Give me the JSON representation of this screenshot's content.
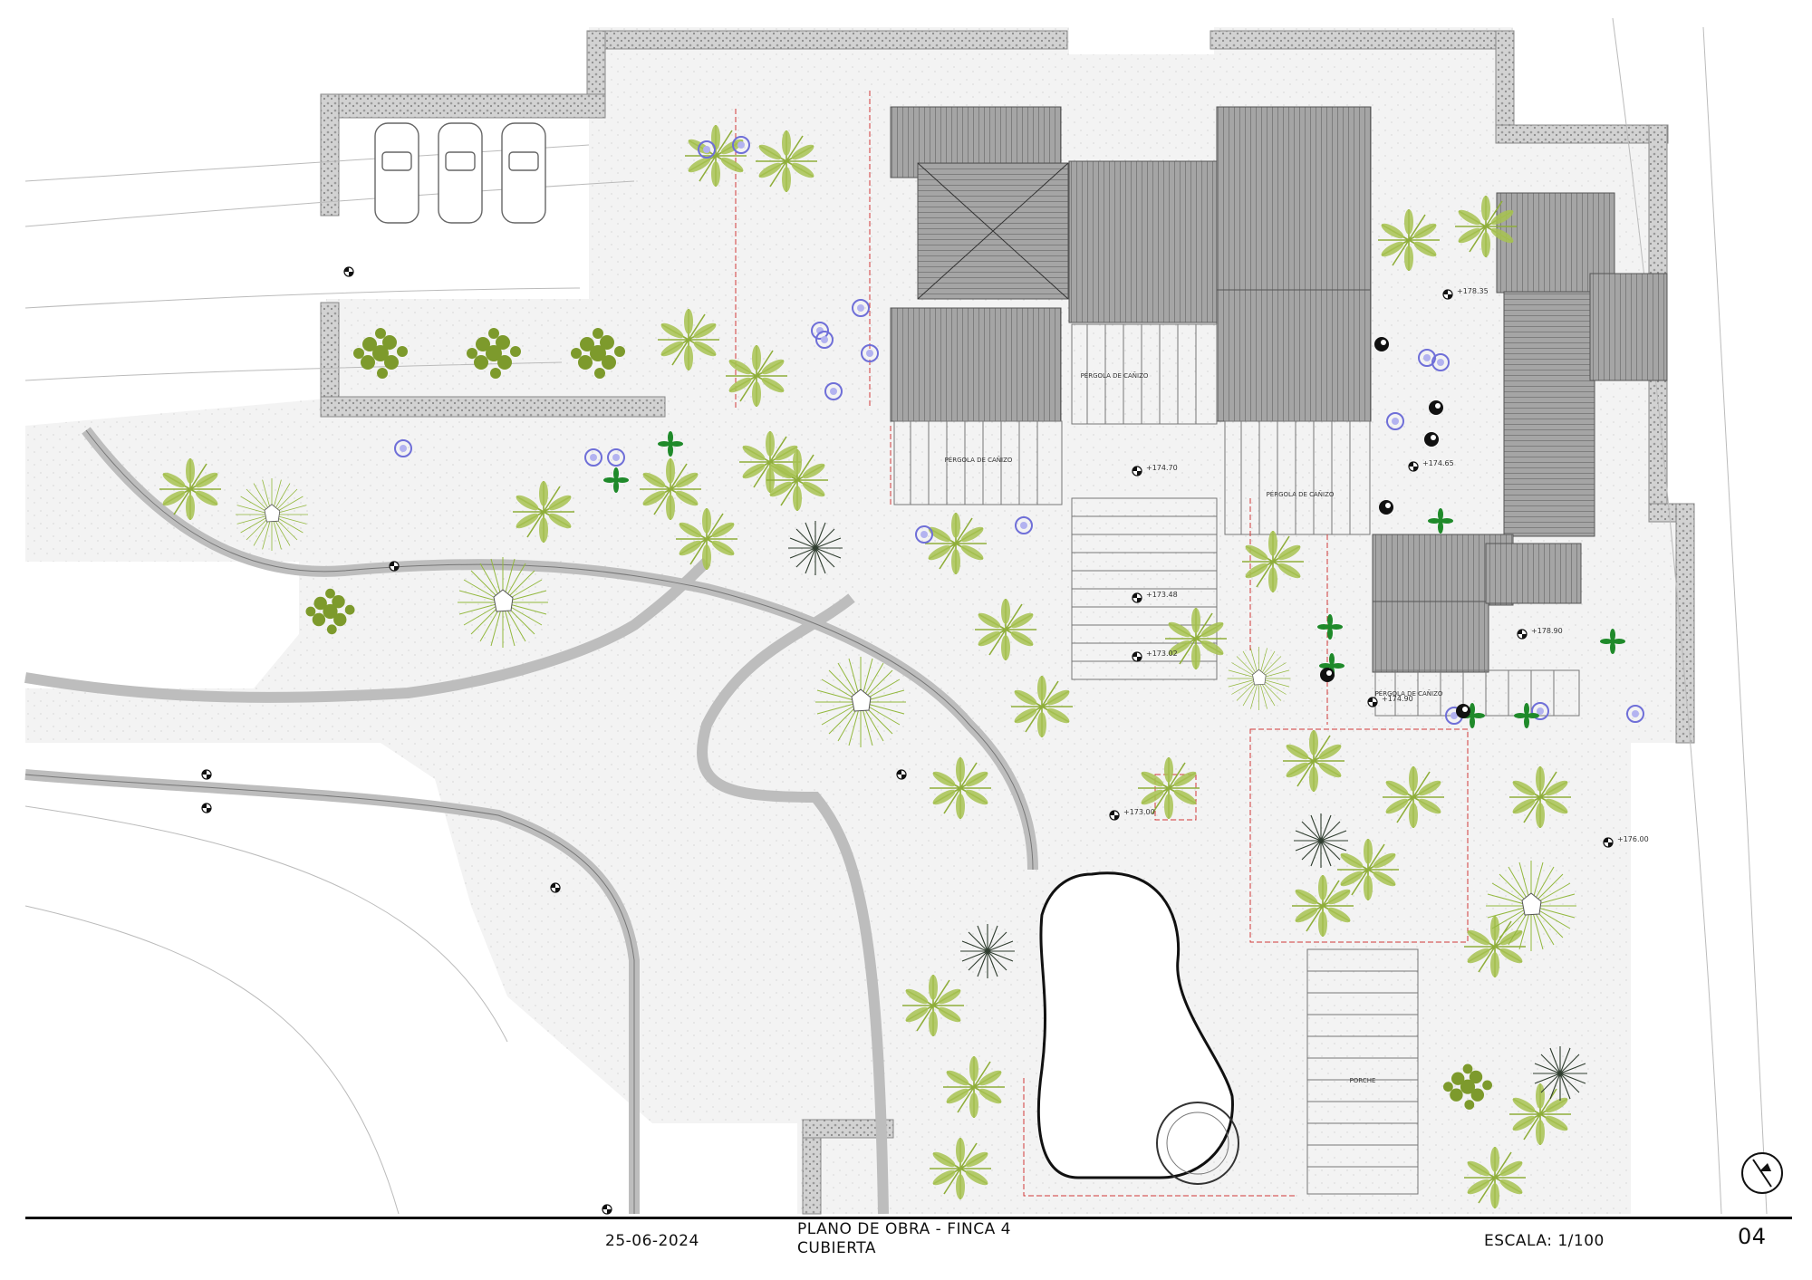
{
  "title_block": {
    "date": "25-06-2024",
    "title_line1": "PLANO DE OBRA - FINCA 4",
    "title_line2": "CUBIERTA",
    "scale": "ESCALA: 1/100",
    "sheet_number": "04"
  },
  "plan_labels": {
    "pergola_1": "PÉRGOLA DE CAÑIZO",
    "pergola_2": "PÉRGOLA DE CAÑIZO",
    "pergola_3": "PÉRGOLA DE CAÑIZO",
    "pergola_4": "PÉRGOLA DE CAÑIZO",
    "porche": "PORCHE"
  },
  "levels": {
    "l1": "+174.70",
    "l2": "+173.48",
    "l3": "+173.02",
    "l4": "+173.00",
    "l5": "+174.65",
    "l6": "+178.35",
    "l7": "+178.90",
    "l8": "+174.90",
    "l9": "+176.00"
  },
  "colors": {
    "roof": "#8c8c8c",
    "wall": "#bdbdbd",
    "palm": "#8fae3a",
    "palm_dark": "#6e8a2a",
    "flower": "#6f6fd8",
    "red_line": "#d23a3a",
    "ground": "#f1f1f1"
  }
}
